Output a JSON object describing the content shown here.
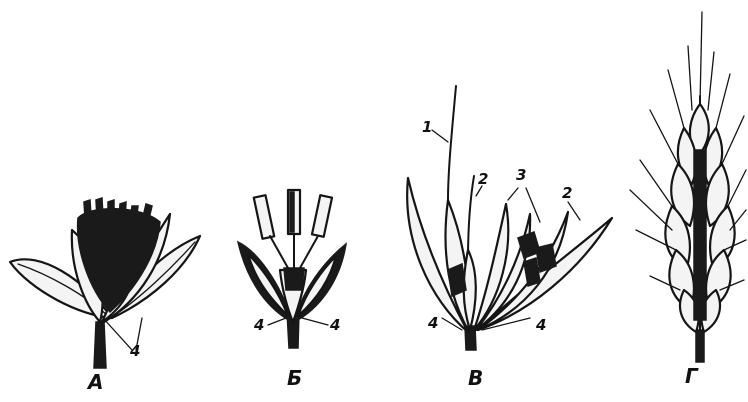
{
  "panels": [
    {
      "letter": "А",
      "part_labels": [
        "4"
      ]
    },
    {
      "letter": "Б",
      "part_labels": [
        "4",
        "4"
      ]
    },
    {
      "letter": "В",
      "part_labels": [
        "1",
        "2",
        "3",
        "2",
        "4",
        "4"
      ]
    },
    {
      "letter": "Г",
      "part_labels": []
    }
  ]
}
